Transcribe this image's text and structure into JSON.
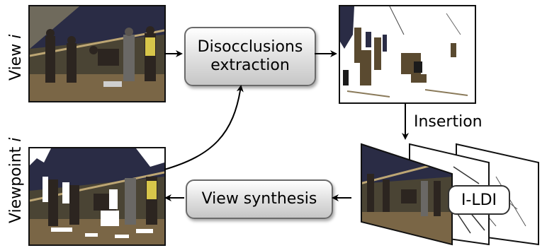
{
  "labels": {
    "view_prefix": "View ",
    "view_var": "i",
    "viewpoint_prefix": "Viewpoint ",
    "viewpoint_var": "i",
    "disocclusions_line1": "Disocclusions",
    "disocclusions_line2": "extraction",
    "insertion": "Insertion",
    "view_synthesis": "View synthesis",
    "ildi": "I-LDI"
  },
  "colors": {
    "box_border": "#6a6a6a",
    "wall_blue": "#23305a",
    "floor_tan": "#6e5a3a",
    "arrow": "#000000"
  }
}
